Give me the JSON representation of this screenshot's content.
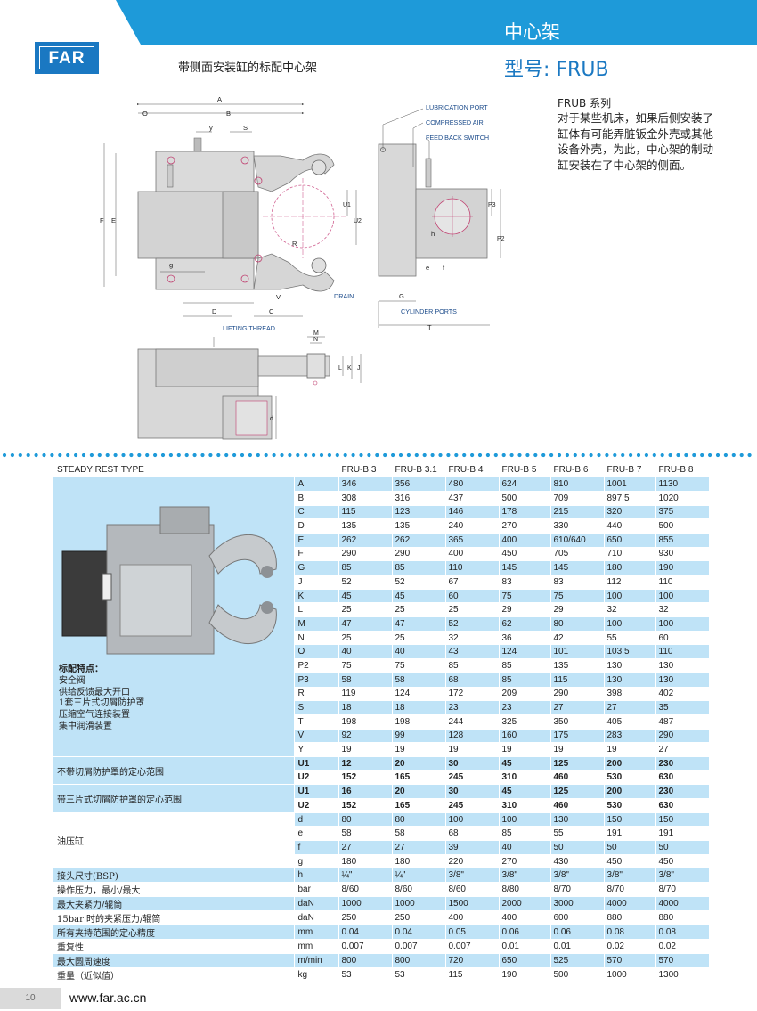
{
  "header": {
    "title": "中心架",
    "model": "型号: FRUB",
    "logo": "FAR",
    "subtitle": "带侧面安装缸的标配中心架",
    "brand_color": "#1a78c2",
    "band_color": "#1e9ad9"
  },
  "series": {
    "head": "FRUB 系列",
    "desc": "对于某些机床，如果后侧安装了缸体有可能弄脏钣金外壳或其他设备外壳，为此，中心架的制动缸安装在了中心架的侧面。"
  },
  "drawing": {
    "dims_top": [
      "A",
      "O",
      "B",
      "y",
      "S"
    ],
    "dims_left": [
      "F",
      "E"
    ],
    "dims_side": [
      "U1",
      "U2",
      "P3",
      "P2"
    ],
    "dims_bottom": [
      "g",
      "V",
      "D",
      "C",
      "R"
    ],
    "side_dims": [
      "h",
      "e",
      "f",
      "G",
      "T"
    ],
    "callouts": {
      "lubrication": "LUBRICATION PORT",
      "compressed_air": "COMPRESSED AIR",
      "feed_back": "FEED BACK SWITCH",
      "drain": "DRAIN",
      "cylinder": "CYLINDER PORTS",
      "lifting": "LIFTING THREAD"
    },
    "lower_dims": [
      "M",
      "N",
      "L",
      "K",
      "J",
      "d"
    ]
  },
  "table": {
    "type_label": "STEADY REST TYPE",
    "columns": [
      "FRU-B 3",
      "FRU-B 3.1",
      "FRU-B 4",
      "FRU-B 5",
      "FRU-B 6",
      "FRU-B 7",
      "FRU-B 8"
    ],
    "dim_rows": [
      {
        "code": "A",
        "values": [
          "346",
          "356",
          "480",
          "624",
          "810",
          "1001",
          "1130"
        ]
      },
      {
        "code": "B",
        "values": [
          "308",
          "316",
          "437",
          "500",
          "709",
          "897.5",
          "1020"
        ]
      },
      {
        "code": "C",
        "values": [
          "115",
          "123",
          "146",
          "178",
          "215",
          "320",
          "375"
        ]
      },
      {
        "code": "D",
        "values": [
          "135",
          "135",
          "240",
          "270",
          "330",
          "440",
          "500"
        ]
      },
      {
        "code": "E",
        "values": [
          "262",
          "262",
          "365",
          "400",
          "610/640",
          "650",
          "855"
        ]
      },
      {
        "code": "F",
        "values": [
          "290",
          "290",
          "400",
          "450",
          "705",
          "710",
          "930"
        ]
      },
      {
        "code": "G",
        "values": [
          "85",
          "85",
          "110",
          "145",
          "145",
          "180",
          "190"
        ]
      },
      {
        "code": "J",
        "values": [
          "52",
          "52",
          "67",
          "83",
          "83",
          "112",
          "110"
        ]
      },
      {
        "code": "K",
        "values": [
          "45",
          "45",
          "60",
          "75",
          "75",
          "100",
          "100"
        ]
      },
      {
        "code": "L",
        "values": [
          "25",
          "25",
          "25",
          "29",
          "29",
          "32",
          "32"
        ]
      },
      {
        "code": "M",
        "values": [
          "47",
          "47",
          "52",
          "62",
          "80",
          "100",
          "100"
        ]
      },
      {
        "code": "N",
        "values": [
          "25",
          "25",
          "32",
          "36",
          "42",
          "55",
          "60"
        ]
      },
      {
        "code": "O",
        "values": [
          "40",
          "40",
          "43",
          "124",
          "101",
          "103.5",
          "110"
        ]
      },
      {
        "code": "P2",
        "values": [
          "75",
          "75",
          "85",
          "85",
          "135",
          "130",
          "130"
        ]
      },
      {
        "code": "P3",
        "values": [
          "58",
          "58",
          "68",
          "85",
          "115",
          "130",
          "130"
        ]
      },
      {
        "code": "R",
        "values": [
          "119",
          "124",
          "172",
          "209",
          "290",
          "398",
          "402"
        ]
      },
      {
        "code": "S",
        "values": [
          "18",
          "18",
          "23",
          "23",
          "27",
          "27",
          "35"
        ]
      },
      {
        "code": "T",
        "values": [
          "198",
          "198",
          "244",
          "325",
          "350",
          "405",
          "487"
        ]
      },
      {
        "code": "V",
        "values": [
          "92",
          "99",
          "128",
          "160",
          "175",
          "283",
          "290"
        ]
      },
      {
        "code": "Y",
        "values": [
          "19",
          "19",
          "19",
          "19",
          "19",
          "19",
          "27"
        ]
      }
    ],
    "standard": {
      "head": "标配特点：",
      "items": [
        "安全阀",
        "供给反馈最大开口",
        "1套三片式切屑防护罩",
        "压缩空气连接装置",
        "集中润滑装置"
      ]
    },
    "centering_no_guard": {
      "label": "不带切屑防护罩的定心范围",
      "rows": [
        {
          "code": "U1",
          "values": [
            "12",
            "20",
            "30",
            "45",
            "125",
            "200",
            "230"
          ]
        },
        {
          "code": "U2",
          "values": [
            "152",
            "165",
            "245",
            "310",
            "460",
            "530",
            "630"
          ]
        }
      ]
    },
    "centering_guard": {
      "label": "带三片式切屑防护罩的定心范围",
      "rows": [
        {
          "code": "U1",
          "values": [
            "16",
            "20",
            "30",
            "45",
            "125",
            "200",
            "230"
          ]
        },
        {
          "code": "U2",
          "values": [
            "152",
            "165",
            "245",
            "310",
            "460",
            "530",
            "630"
          ]
        }
      ]
    },
    "cylinder": {
      "label": "油压缸",
      "rows": [
        {
          "code": "d",
          "values": [
            "80",
            "80",
            "100",
            "100",
            "130",
            "150",
            "150"
          ]
        },
        {
          "code": "e",
          "values": [
            "58",
            "58",
            "68",
            "85",
            "55",
            "191",
            "191"
          ]
        },
        {
          "code": "f",
          "values": [
            "27",
            "27",
            "39",
            "40",
            "50",
            "50",
            "50"
          ]
        },
        {
          "code": "g",
          "values": [
            "180",
            "180",
            "220",
            "270",
            "430",
            "450",
            "450"
          ]
        }
      ]
    },
    "misc_rows": [
      {
        "label": "接头尺寸(BSP)",
        "unit": "h",
        "values": [
          "¼\"",
          "¼\"",
          "3/8\"",
          "3/8\"",
          "3/8\"",
          "3/8\"",
          "3/8\""
        ]
      },
      {
        "label": "操作压力，最小/最大",
        "unit": "bar",
        "values": [
          "8/60",
          "8/60",
          "8/60",
          "8/80",
          "8/70",
          "8/70",
          "8/70"
        ]
      },
      {
        "label": "最大夹紧力/辊筒",
        "unit": "daN",
        "values": [
          "1000",
          "1000",
          "1500",
          "2000",
          "3000",
          "4000",
          "4000"
        ]
      },
      {
        "label": "15bar 时的夹紧压力/辊筒",
        "unit": "daN",
        "values": [
          "250",
          "250",
          "400",
          "400",
          "600",
          "880",
          "880"
        ]
      },
      {
        "label": "所有夹持范围的定心精度",
        "unit": "mm",
        "values": [
          "0.04",
          "0.04",
          "0.05",
          "0.06",
          "0.06",
          "0.08",
          "0.08"
        ]
      },
      {
        "label": "重复性",
        "unit": "mm",
        "values": [
          "0.007",
          "0.007",
          "0.007",
          "0.01",
          "0.01",
          "0.02",
          "0.02"
        ]
      },
      {
        "label": "最大圆周速度",
        "unit": "m/min",
        "values": [
          "800",
          "800",
          "720",
          "650",
          "525",
          "570",
          "570"
        ]
      },
      {
        "label": "重量（近似值）",
        "unit": "kg",
        "values": [
          "53",
          "53",
          "115",
          "190",
          "500",
          "1000",
          "1300"
        ]
      }
    ]
  },
  "footer": {
    "page": "10",
    "site": "www.far.ac.cn"
  }
}
